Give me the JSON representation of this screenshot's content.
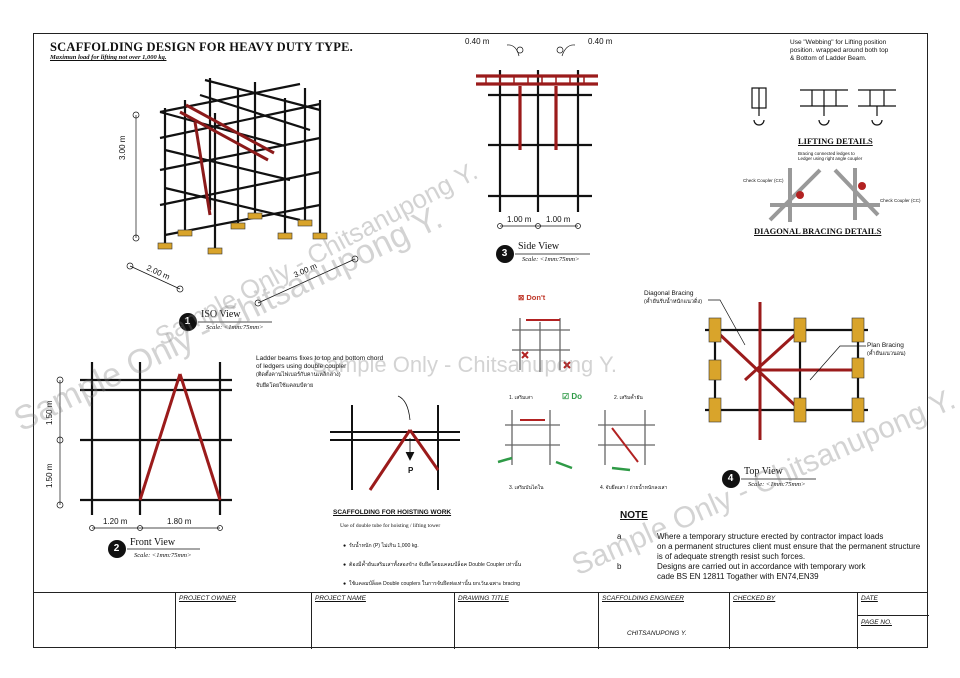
{
  "header": {
    "title": "SCAFFOLDING DESIGN FOR HEAVY DUTY  TYPE.",
    "subtitle": "Maximun load for lifting not over 1,000 kg."
  },
  "watermark": "Sample Only - Chitsanupong Y.",
  "iso_view": {
    "number": "1",
    "name": "ISO View",
    "scale": "Scale: <1mm:75mm>",
    "dim_height": "3.00 m",
    "dim_depth": "2.00 m",
    "dim_width": "3.00 m"
  },
  "side_view": {
    "number": "3",
    "name": "Side View",
    "scale": "Scale: <1mm:75mm>",
    "dim_left_top": "0.40 m",
    "dim_right_top": "0.40 m",
    "dim_bottom_left": "1.00 m",
    "dim_bottom_right": "1.00 m"
  },
  "front_view": {
    "number": "2",
    "name": "Front View",
    "scale": "Scale: <1mm:75mm>",
    "dim_upper": "1.50 m",
    "dim_lower": "1.50 m",
    "dim_bottom_left": "1.20 m",
    "dim_bottom_right": "1.80 m"
  },
  "top_view": {
    "number": "4",
    "name": "Top View",
    "scale": "Scale: <1mm:75mm>",
    "diagonal_label": "Diagonal Bracing",
    "diagonal_thai": "(ค้ำยันรับน้ำหนักแนวดิ่ง)",
    "plan_label": "Plan Bracing",
    "plan_thai": "(ค้ำยันแนวนอน)"
  },
  "lifting": {
    "note": [
      "Use \"Webbing\" for Lifting position",
      "position. wrapped around both top",
      "& Bottom of Ladder Beam."
    ],
    "heading": "LIFTING DETAILS"
  },
  "diagonal_details": {
    "heading": "DIAGONAL BRACING DETAILS",
    "label_top": [
      "Bracing connected ledges to",
      "Ledger using right angle coupler"
    ],
    "label_left": "Check Coupler (CC)",
    "label_right": "Check Coupler (CC)"
  },
  "ladder_note": {
    "lines": [
      "Ladder beams fixes to top and bottom chord",
      "of ledgers using double coupler",
      "(ติดตั้งคานไฟเบอร์กับคานเหล็กล่าง)",
      "จับยึดโดยใช้แคลมป์ตาย"
    ]
  },
  "hoist_detail": {
    "load_label": "P"
  },
  "hoisting": {
    "heading": "SCAFFOLDING FOR HOISTING WORK",
    "intro": "Use of double tube for hoisting / lifting tower",
    "bullets": [
      "รับน้ำหนัก (P) ไม่เกิน 1,000 kg.",
      "ต้องมีค้ำยันเสริมเสาทั้งสองข้าง จับยึดโดยแคลมป์ล็อค Double Coupler เท่านั้น",
      "ใช้แคลมป์ล็อค Double couplers ในการจับยึดท่อเท่านั้น ยกเว้นเฉพาะ bracing"
    ]
  },
  "do_dont": {
    "dont": "Don't",
    "do": "Do",
    "steps": [
      "1. เสริมเสา",
      "2. เสริมค้ำยัน",
      "3. เสริมบันไดใน",
      "4. จับยึดเสา / ถ่ายน้ำหนักลงเสา"
    ]
  },
  "notes": {
    "heading": "NOTE",
    "items": [
      {
        "key": "a",
        "lines": [
          "Where a temporary structure erected by contractor impact loads",
          "on a permanent structures client must ensure that the permanent structure",
          "is of adequate strength resist such forces."
        ]
      },
      {
        "key": "b",
        "lines": [
          "Designs are carried out in accordance with temporary work",
          "cade BS EN 12811 Togather with EN74,EN39"
        ]
      }
    ]
  },
  "title_block": {
    "project_owner": "PROJECT OWNER",
    "project_name": "PROJECT NAME",
    "drawing_title": "DRAWING TITLE",
    "engineer": "SCAFFOLDING ENGINEER",
    "engineer_name": "CHITSANUPONG Y.",
    "checked_by": "CHECKED BY",
    "date": "DATE",
    "page_no": "PAGE NO."
  }
}
